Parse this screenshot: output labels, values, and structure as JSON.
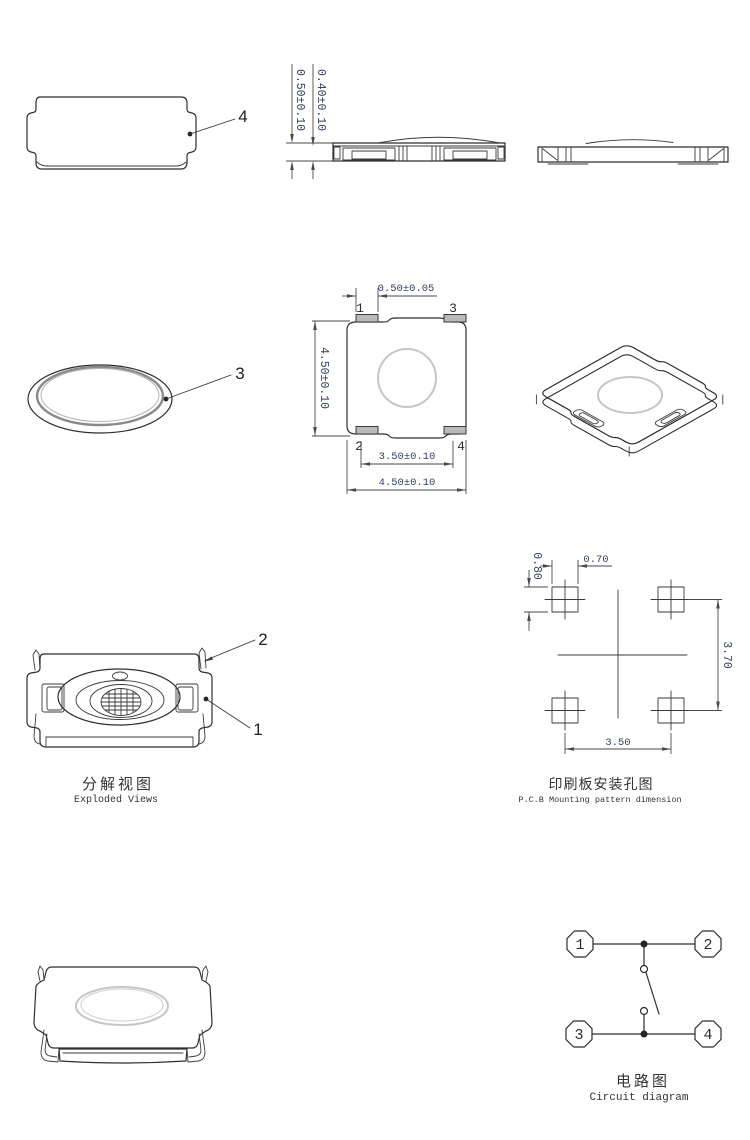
{
  "meta": {
    "background": "#ffffff",
    "line_color": "#2e2e2e",
    "dim_text_color": "#354160",
    "accent_gray": "#c6c6c6",
    "pad_gray": "#b9b9b9"
  },
  "part_labels": {
    "cover": "4",
    "dome": "3",
    "pin": "2",
    "base": "1"
  },
  "side_view": {
    "dim_stroke_height": "0.40±0.10",
    "dim_total_height": "0.50±0.10"
  },
  "top_view": {
    "dim_terminal_width": "0.50±0.05",
    "dim_body_height": "4.50±0.10",
    "dim_terminal_span": "3.50±0.10",
    "dim_body_width": "4.50±0.10",
    "pin_top_left": "1",
    "pin_top_right": "3",
    "pin_bottom_left": "2",
    "pin_bottom_right": "4"
  },
  "exploded_view": {
    "caption_zh": "分解视图",
    "caption_en": "Exploded Views"
  },
  "pcb_pattern": {
    "dim_pad_width": "0.70",
    "dim_pad_height": "0.80",
    "dim_vertical_pitch": "3.70",
    "dim_horizontal_pitch": "3.50",
    "caption_zh": "印刷板安装孔图",
    "caption_en": "P.C.B Mounting pattern dimension"
  },
  "circuit": {
    "pin1": "1",
    "pin2": "2",
    "pin3": "3",
    "pin4": "4",
    "caption_zh": "电路图",
    "caption_en": "Circuit diagram"
  }
}
